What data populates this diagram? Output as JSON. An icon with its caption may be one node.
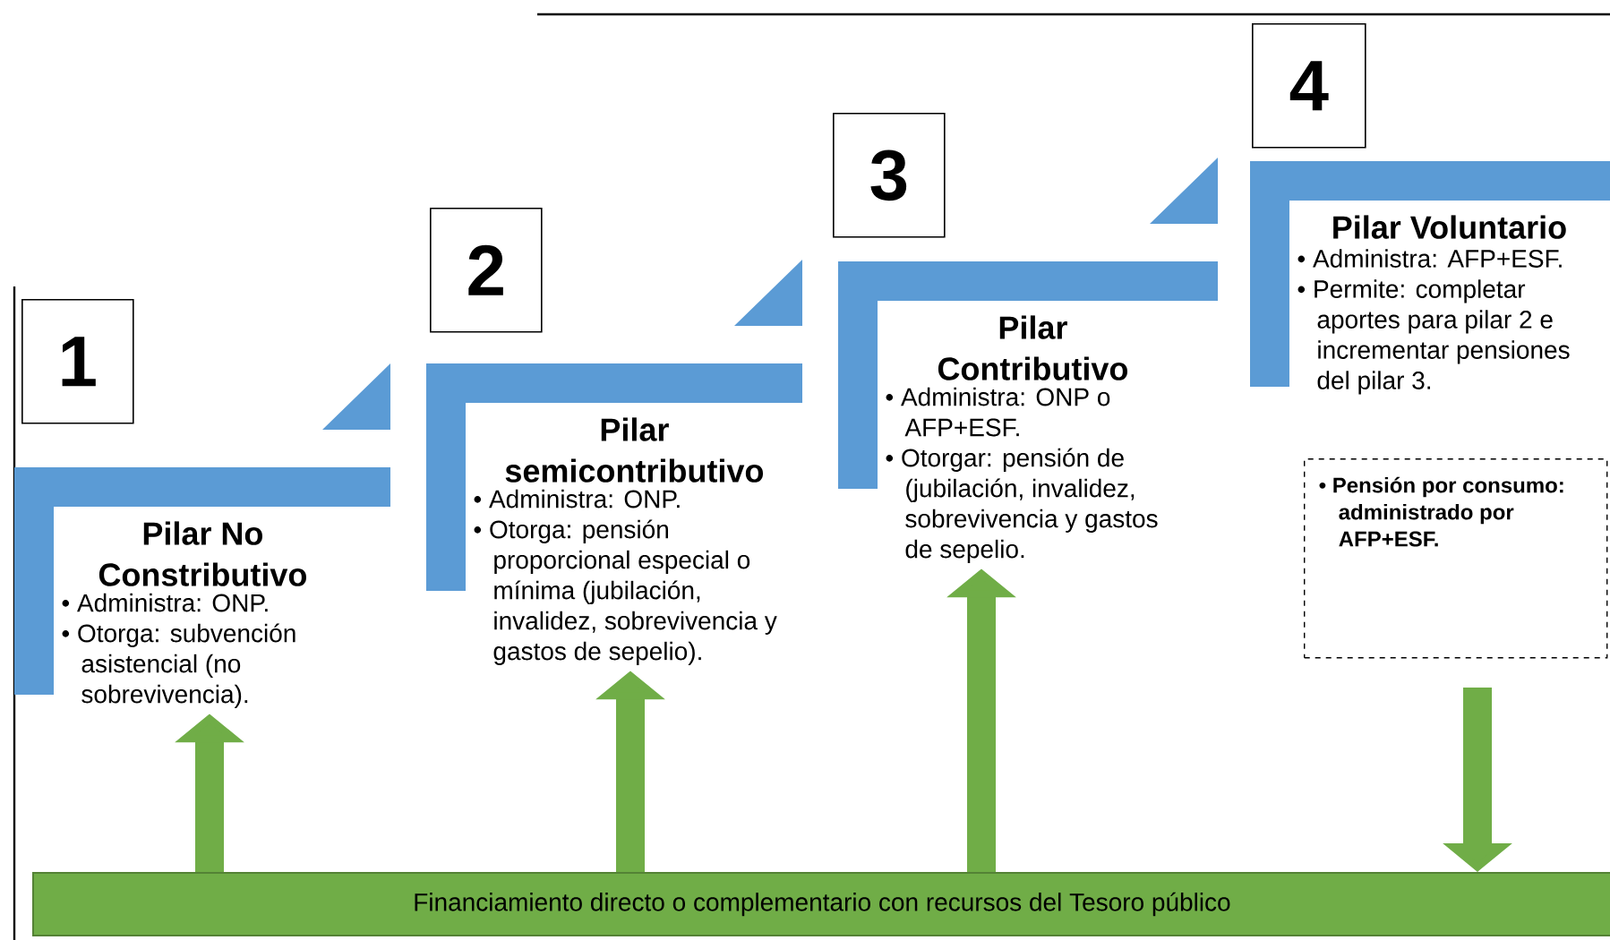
{
  "diagram": {
    "nodes": [
      {
        "text": [
          "1"
        ]
      },
      {
        "text": [
          "Pilar No Constributivo",
          "• Administra: ONP.",
          "• Otorga: subvención asistencial (no sobrevivencia)."
        ]
      },
      {
        "text": [
          "2"
        ]
      },
      {
        "text": [
          "Pilar semicontributivo",
          "• Administra: ONP.",
          "• Otorga: pensión proporcional especial o mínima (jubilación, invalidez, sobrevivencia y gastos de sepelio)."
        ]
      },
      {
        "text": [
          "3"
        ]
      },
      {
        "text": [
          "Pilar Contributivo",
          "• Administra: ONP o AFP+ESF.",
          "• Otorgar: pensión de (jubilación, invalidez, sobrevivencia y gastos de sepelio."
        ]
      },
      {
        "text": [
          "4"
        ]
      },
      {
        "text": [
          "Pilar Voluntario",
          "• Administra: AFP+ESF.",
          "• Permite: completar aportes para pilar 2 e incrementar pensiones del pilar 3."
        ]
      },
      {
        "text": [
          "• Pensión por consumo: administrado por AFP+ESF."
        ]
      },
      {
        "text": [
          "Financiamiento directo o complementario con recursos del Tesoro público"
        ]
      }
    ],
    "edges": [
      {
        "from": 9,
        "to": 1,
        "arrow": "to"
      },
      {
        "from": 9,
        "to": 3,
        "arrow": "to"
      },
      {
        "from": 9,
        "to": 5,
        "arrow": "to"
      },
      {
        "from": 8,
        "to": 9,
        "arrow": "to"
      }
    ]
  }
}
